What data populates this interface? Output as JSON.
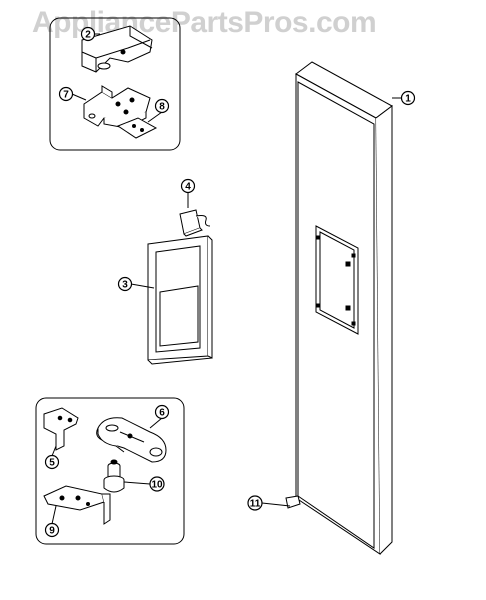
{
  "watermark": "AppliancePartsPros.com",
  "callouts": {
    "c1": "1",
    "c2": "2",
    "c3": "3",
    "c4": "4",
    "c5": "5",
    "c6": "6",
    "c7": "7",
    "c8": "8",
    "c9": "9",
    "c10": "10",
    "c11": "11"
  },
  "icons": [
    "door-panel",
    "hinge-cover",
    "hinge-bracket",
    "shim",
    "dispenser-light",
    "dispenser-frame",
    "bottom-hinge",
    "hinge-pin",
    "lower-bracket"
  ]
}
